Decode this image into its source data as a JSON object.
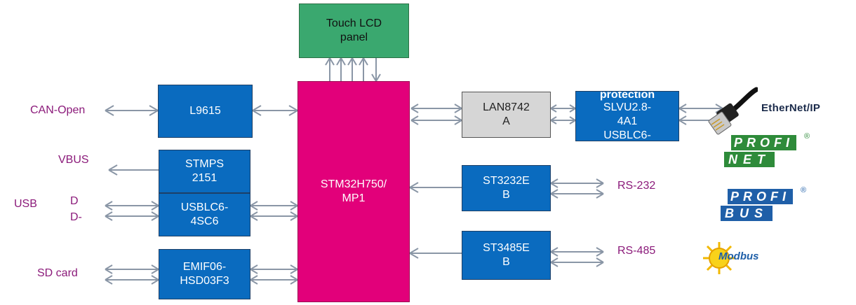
{
  "blocks": {
    "lcd": "Touch LCD\npanel",
    "l9615": "L9615",
    "stmps": "STMPS\n2151",
    "usblc_usb": "USBLC6-\n4SC6",
    "emif": "EMIF06-\nHSD03F3",
    "mcu": "STM32H750/\nMP1",
    "lan": "LAN8742\nA",
    "protection_title": "protection",
    "protection_body": "SLVU2.8-\n4A1\nUSBLC6-",
    "st3232": "ST3232E\nB",
    "st3485": "ST3485E\nB"
  },
  "labels": {
    "can_open": "CAN-Open",
    "vbus": "VBUS",
    "usb": "USB",
    "d_plus": "D",
    "d_minus": "D-",
    "sd_card": "SD card",
    "rs232": "RS-232",
    "rs485": "RS-485"
  },
  "logos": {
    "ethernet_ip": "EtherNet/IP",
    "profinet_top": "PROFI",
    "profinet_bottom": "NET",
    "profibus_top": "PROFI",
    "profibus_bottom": "BUS",
    "registered": "®",
    "modbus": "Modbus"
  },
  "colors": {
    "block_blue": "#0a6bbf",
    "mcu_magenta": "#e2007a",
    "lcd_green": "#3aa86f",
    "phy_gray": "#d6d6d6",
    "label_purple": "#8b1a7a",
    "arrow_gray": "#8a96a6",
    "profi_green": "#2e8b3a",
    "profi_blue": "#1f5fa8"
  }
}
